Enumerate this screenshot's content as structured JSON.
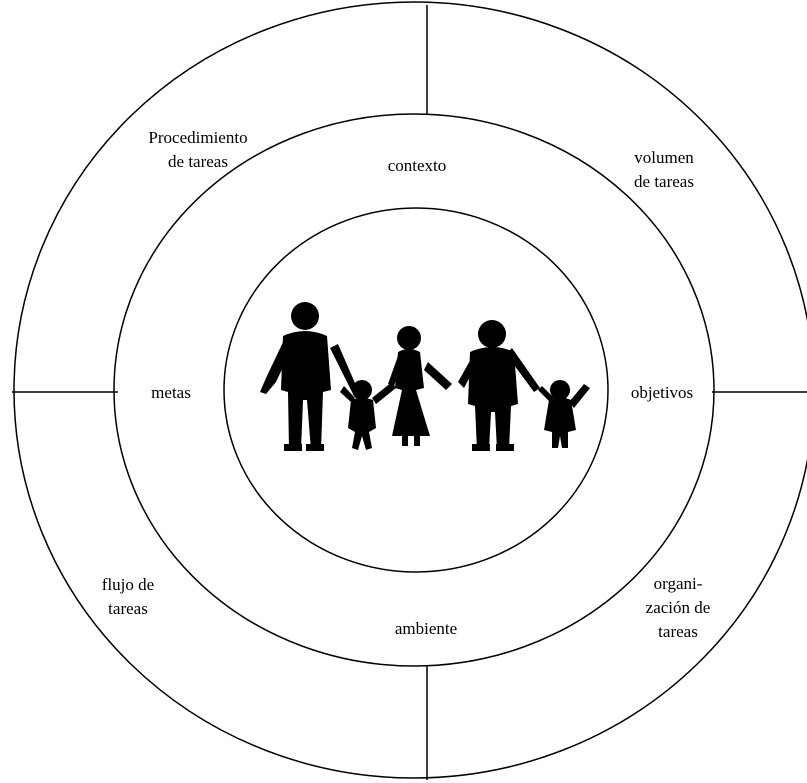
{
  "colors": {
    "line": "#000000",
    "figures": "#000000",
    "background": "#ffffff"
  },
  "inner_ring": {
    "top": "contexto",
    "left": "metas",
    "right": "objetivos",
    "bottom": "ambiente"
  },
  "outer_ring": {
    "top_left": [
      "Procedimiento",
      "de tareas"
    ],
    "top_right": [
      "volumen",
      "de tareas"
    ],
    "bottom_left": [
      "flujo de",
      "tareas"
    ],
    "bottom_right": [
      "organi-",
      "zación de",
      "tareas"
    ]
  },
  "center": {
    "icon": "family-silhouette-icon"
  }
}
